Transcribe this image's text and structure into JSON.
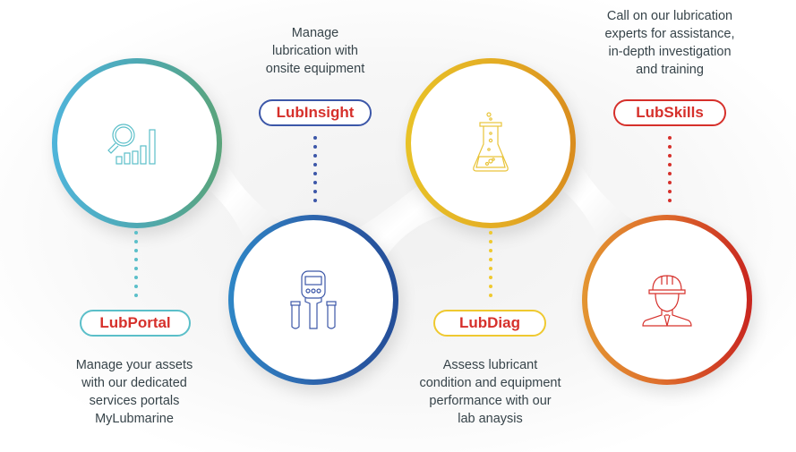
{
  "diagram": {
    "services": [
      {
        "name": "LubPortal",
        "description_lines": [
          "Manage your assets",
          "with our dedicated",
          "services portals",
          "MyLubmarine"
        ],
        "icon": "magnifier-bar-chart-icon",
        "color": "#4fb4c4"
      },
      {
        "name": "LubInsight",
        "description_lines": [
          "Manage",
          "lubrication with",
          "onsite equipment"
        ],
        "icon": "handheld-device-test-tubes-icon",
        "color": "#2d5fa8"
      },
      {
        "name": "LubDiag",
        "description_lines": [
          "Assess lubricant",
          "condition and equipment",
          "performance with our",
          "lab anaysis"
        ],
        "icon": "lab-flask-icon",
        "color": "#e8c227"
      },
      {
        "name": "LubSkills",
        "description_lines": [
          "Call on our lubrication",
          "experts for assistance,",
          "in-depth investigation",
          "and training"
        ],
        "icon": "hard-hat-engineer-icon",
        "color": "#d6302b"
      }
    ],
    "label_color": "#d6302b",
    "text_color": "#37444a"
  }
}
